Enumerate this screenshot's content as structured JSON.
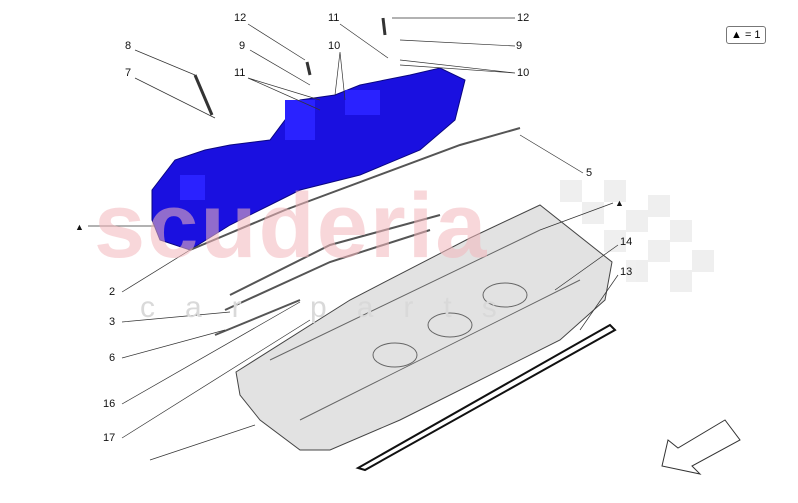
{
  "watermark": {
    "main": "scuderia",
    "sub": "car parts"
  },
  "legend": {
    "text": "▲ = 1"
  },
  "callouts": [
    {
      "id": "c12a",
      "text": "12"
    },
    {
      "id": "c11a",
      "text": "11"
    },
    {
      "id": "c12b",
      "text": "12"
    },
    {
      "id": "c8",
      "text": "8"
    },
    {
      "id": "c9a",
      "text": "9"
    },
    {
      "id": "c10a",
      "text": "10"
    },
    {
      "id": "c9b",
      "text": "9"
    },
    {
      "id": "c7",
      "text": "7"
    },
    {
      "id": "c11b",
      "text": "11"
    },
    {
      "id": "c10b",
      "text": "10"
    },
    {
      "id": "c5",
      "text": "5"
    },
    {
      "id": "t1",
      "text": "▲"
    },
    {
      "id": "t2",
      "text": "▲"
    },
    {
      "id": "c14",
      "text": "14"
    },
    {
      "id": "c13",
      "text": "13"
    },
    {
      "id": "c2",
      "text": "2"
    },
    {
      "id": "c3",
      "text": "3"
    },
    {
      "id": "c6",
      "text": "6"
    },
    {
      "id": "c16",
      "text": "16"
    },
    {
      "id": "c17",
      "text": "17"
    }
  ],
  "colors": {
    "cover": "#1a10e0",
    "head": "#e2e2e2",
    "watermark": "#f3b8bd"
  }
}
